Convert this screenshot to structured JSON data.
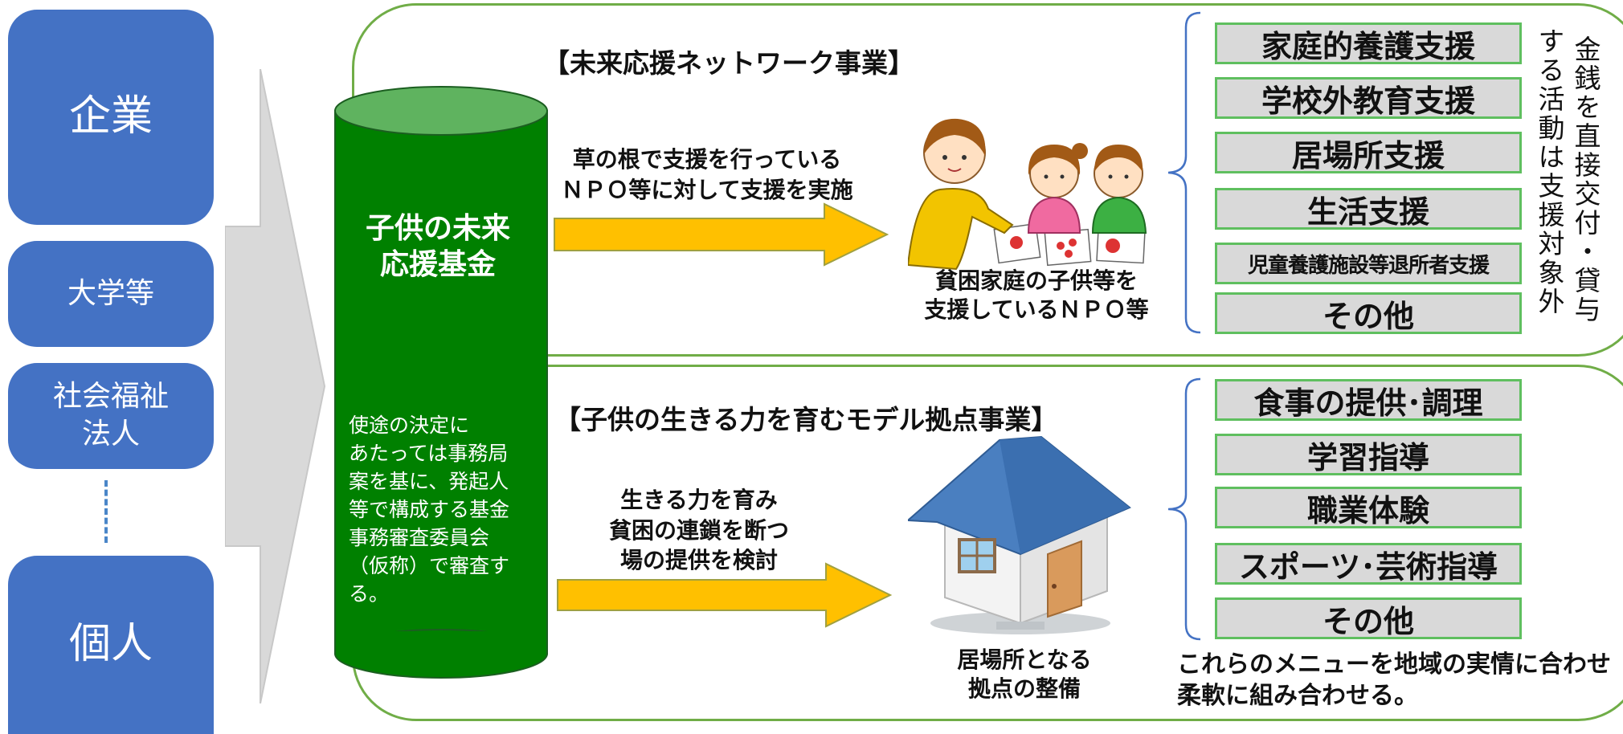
{
  "donors": [
    {
      "label": "企業"
    },
    {
      "label": "大学等"
    },
    {
      "label": "社会福祉\n法人"
    },
    {
      "label": "個人"
    }
  ],
  "fund": {
    "title": "子供の未来\n応援基金",
    "note": "使途の決定に\nあたっては事務局\n案を基に、発起人\n等で構成する基金\n事務審査委員会\n（仮称）で審査する。",
    "color": "#008000"
  },
  "network": {
    "title": "【未来応援ネットワーク事業】",
    "arrow_text": "草の根で支援を行っている\nＮＰＯ等に対して支援を実施",
    "caption": "貧困家庭の子供等を\n支援しているＮＰＯ等",
    "menu": [
      "家庭的養護支援",
      "学校外教育支援",
      "居場所支援",
      "生活支援",
      "児童養護施設等退所者支援",
      "その他"
    ],
    "side_note_col1": "金銭を直接交付・貸与",
    "side_note_col2": "する活動は支援対象外"
  },
  "model": {
    "title": "【子供の生きる力を育むモデル拠点事業】",
    "arrow_text": "生きる力を育み\n貧困の連鎖を断つ\n場の提供を検討",
    "caption": "居場所となる\n拠点の整備",
    "menu": [
      "食事の提供･調理",
      "学習指導",
      "職業体験",
      "スポーツ･芸術指導",
      "その他"
    ],
    "bottom_note": "これらのメニューを地域の実情に合わせ\n柔軟に組み合わせる。"
  },
  "colors": {
    "donor_blue": "#4472c4",
    "section_border": "#70ad47",
    "arrow_yellow": "#ffc000",
    "menu_fill": "#d9d9d9",
    "menu_border": "#5fbf5f"
  },
  "icons": {
    "children_illustration": "children-drawing-icon",
    "house_illustration": "house-icon"
  }
}
